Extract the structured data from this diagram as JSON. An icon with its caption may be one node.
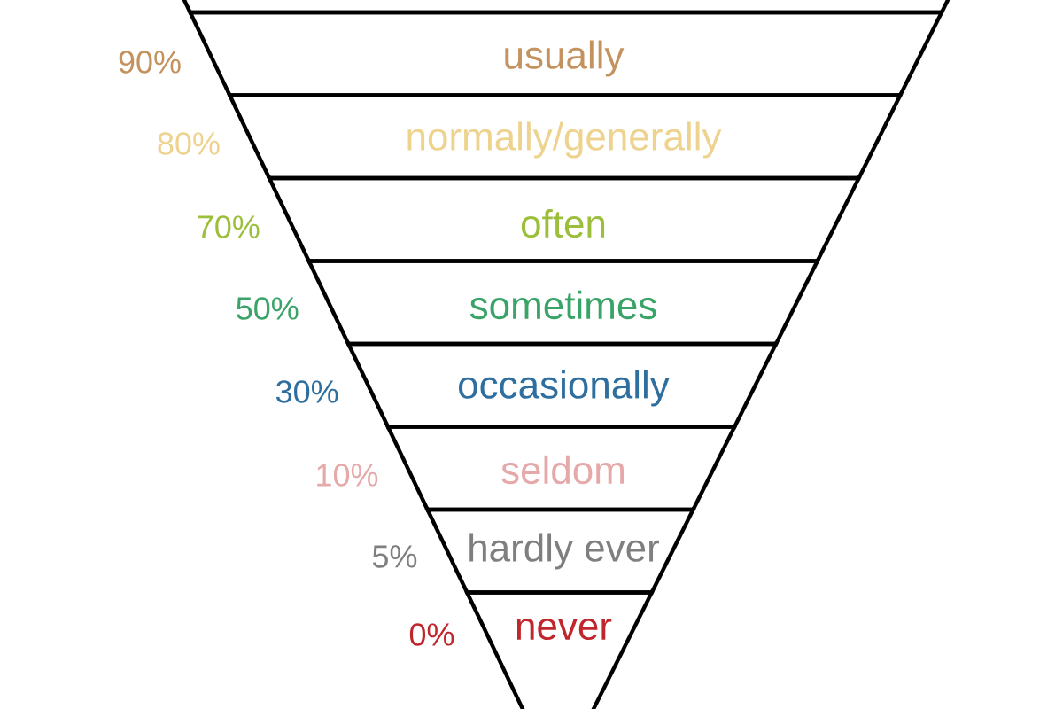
{
  "diagram": {
    "nodes": [
      {
        "text": [],
        "shape": "box"
      },
      {
        "text": [
          "usually"
        ],
        "beside": [
          "90%"
        ]
      },
      {
        "text": [
          "normally/generally"
        ],
        "beside": [
          "80%"
        ]
      },
      {
        "text": [
          "often"
        ],
        "beside": [
          "70%"
        ]
      },
      {
        "text": [
          "sometimes"
        ],
        "beside": [
          "50%"
        ]
      },
      {
        "text": [
          "occasionally"
        ],
        "beside": [
          "30%"
        ]
      },
      {
        "text": [
          "seldom"
        ],
        "beside": [
          "10%"
        ]
      },
      {
        "text": [
          "hardly ever"
        ],
        "beside": [
          "5%"
        ]
      },
      {
        "text": [
          "never"
        ],
        "beside": [
          "0%"
        ]
      }
    ]
  }
}
